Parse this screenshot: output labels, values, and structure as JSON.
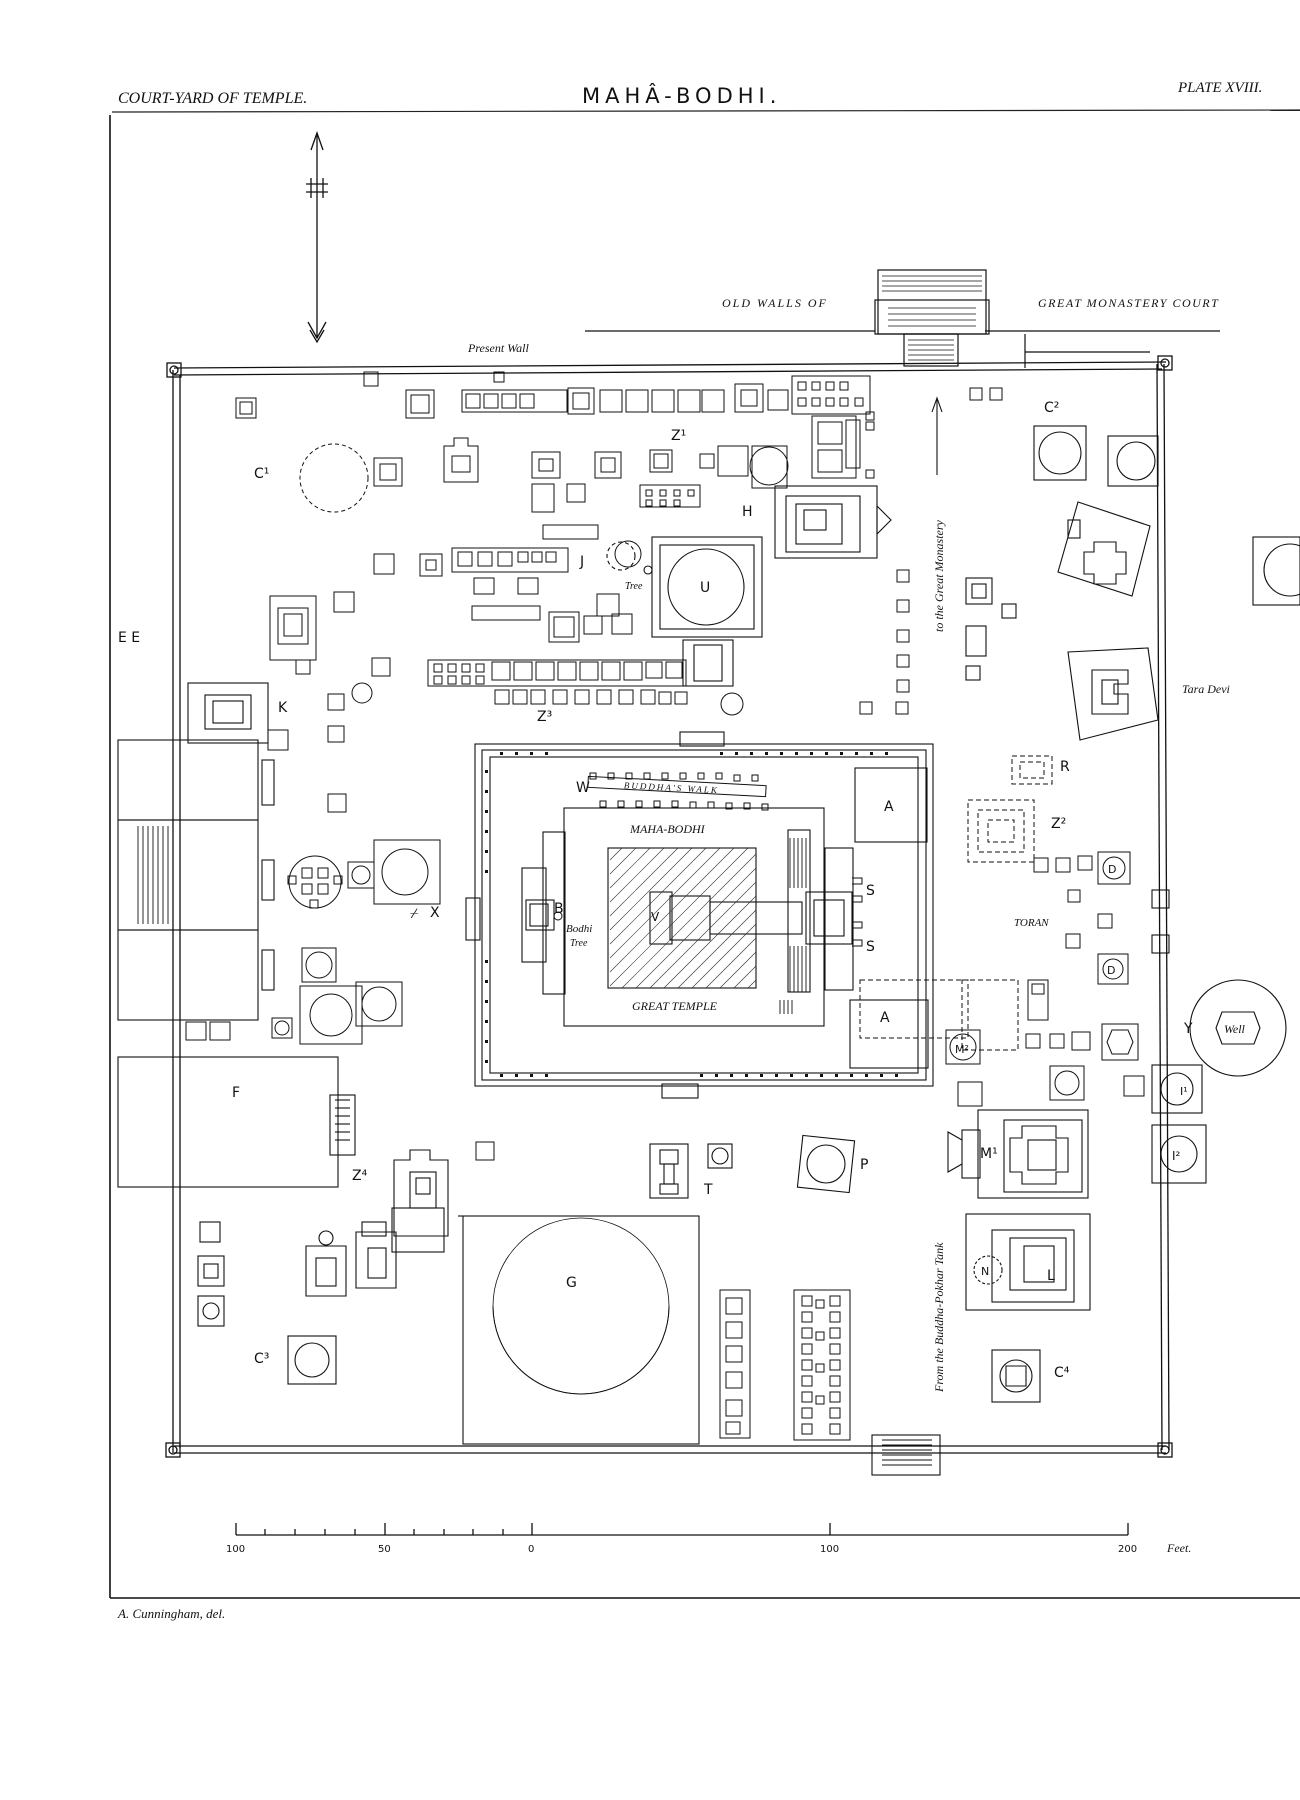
{
  "header": {
    "left": "COURT-YARD OF TEMPLE.",
    "title": "MAHÂ-BODHI.",
    "right": "PLATE XVIII."
  },
  "labels": {
    "old_walls_left": "OLD WALLS OF",
    "old_walls_right": "GREAT MONASTERY COURT",
    "present_wall": "Present Wall",
    "to_great_monastery": "to the Great Monastery",
    "from_tank": "From the Buddha-Pokhar Tank",
    "tara_devi": "Tara Devi",
    "toran": "TORAN",
    "maha_bodhi": "MAHA-BODHI",
    "great_temple": "GREAT TEMPLE",
    "buddhas_walk": "BUDDHA'S WALK",
    "bodhi": "Bodhi",
    "tree": "Tree",
    "tree_small": "Tree",
    "well": "Well",
    "L_C1": "C¹",
    "L_C2": "C²",
    "L_C3": "C³",
    "L_C4": "C⁴",
    "L_Z1": "Z¹",
    "L_Z2": "Z²",
    "L_Z3": "Z³",
    "L_Z4": "Z⁴",
    "L_H": "H",
    "L_J": "J",
    "L_U": "U",
    "L_K": "K",
    "L_E": "E E",
    "L_W": "W",
    "L_A1": "A",
    "L_A2": "A",
    "L_S1": "S",
    "L_S2": "S",
    "L_B": "B",
    "L_V": "V",
    "L_R": "R",
    "L_D1": "D",
    "L_D2": "D",
    "L_X": "X",
    "L_F": "F",
    "L_G": "G",
    "L_T": "T",
    "L_P": "P",
    "L_M1": "M¹",
    "L_M2": "M²",
    "L_N": "N",
    "L_L": "L",
    "L_Y": "Y",
    "L_I1": "I¹",
    "L_I2": "I²"
  },
  "scale": {
    "ticks": [
      "100",
      "50",
      "0",
      "100",
      "200"
    ],
    "unit": "Feet."
  },
  "credit": "A. Cunningham, del."
}
